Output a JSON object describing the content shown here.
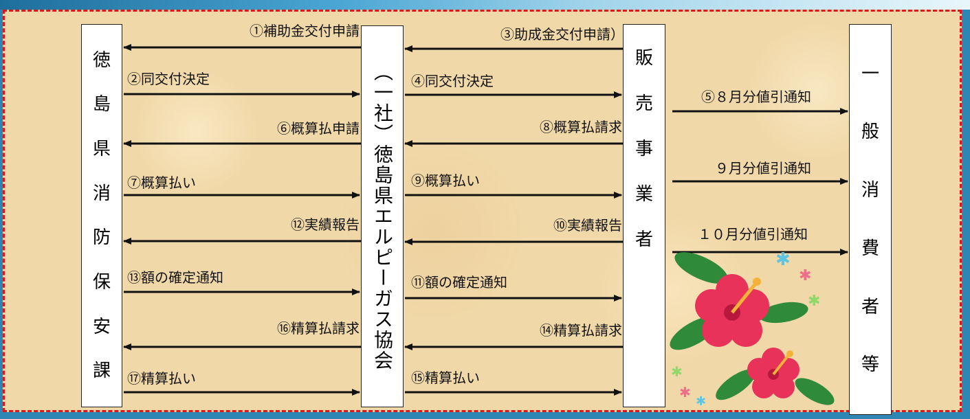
{
  "title_partial": "　",
  "entities": {
    "pref": [
      "徳",
      "島",
      "県",
      "消",
      "防",
      "保",
      "安",
      "課"
    ],
    "assoc": "（一社）徳島県エルピーガス協会",
    "dealer": [
      "販",
      "売",
      "事",
      "業",
      "者"
    ],
    "consumer": [
      "一",
      "般",
      "消",
      "費",
      "者",
      "等"
    ]
  },
  "flows": {
    "f1": "①補助金交付申請",
    "f2": "②同交付決定",
    "f3": "③助成金交付申請）",
    "f4": "④同交付決定",
    "f5": "⑤８月分値引通知",
    "f5b": "９月分値引通知",
    "f5c": "１０月分値引通知",
    "f6": "⑥概算払申請",
    "f7": "⑦概算払い",
    "f8": "⑧概算払請求",
    "f9": "⑨概算払い",
    "f10": "⑩実績報告",
    "f11": "⑪額の確定通知",
    "f12": "⑫実績報告",
    "f13": "⑬額の確定通知",
    "f14": "⑭精算払請求",
    "f15": "⑮精算払い",
    "f16": "⑯精算払請求",
    "f17": "⑰精算払い"
  },
  "colors": {
    "frame_border": "#e0161f",
    "background": "#f1d8a8",
    "hibiscus": "#e8325a",
    "leaf": "#2f8a3a"
  },
  "decoration": "hibiscus-flowers"
}
